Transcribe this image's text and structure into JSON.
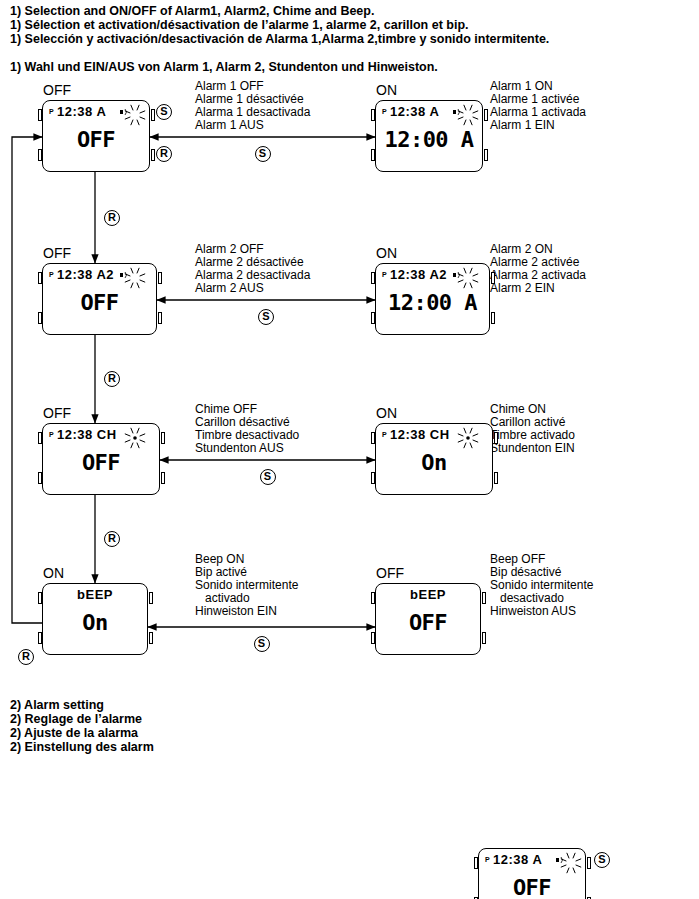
{
  "diagram": {
    "nodes": [
      {
        "text": [
          "OFF",
          "P",
          "12:38 A",
          "OFF"
        ]
      },
      {
        "text": [
          "ON",
          "P",
          "12:38 A",
          "12:00 A"
        ]
      },
      {
        "text": [
          "OFF",
          "P",
          "12:38 A2",
          "OFF"
        ]
      },
      {
        "text": [
          "ON",
          "P",
          "12:38 A2",
          "12:00 A"
        ]
      },
      {
        "text": [
          "OFF",
          "P",
          "12:38 CH",
          "OFF"
        ]
      },
      {
        "text": [
          "ON",
          "P",
          "12:38 CH",
          "On"
        ]
      },
      {
        "text": [
          "ON",
          "bEEP",
          "On"
        ]
      },
      {
        "text": [
          "OFF",
          "bEEP",
          "OFF"
        ]
      },
      {
        "text": [
          "P",
          "12:38 A",
          "OFF"
        ]
      }
    ],
    "edges": [
      {
        "from": 0,
        "to": 1,
        "arrow": "both",
        "label": "S"
      },
      {
        "from": 0,
        "to": 2,
        "arrow": "to",
        "label": "R"
      },
      {
        "from": 2,
        "to": 3,
        "arrow": "both",
        "label": "S"
      },
      {
        "from": 2,
        "to": 4,
        "arrow": "to",
        "label": "R"
      },
      {
        "from": 4,
        "to": 5,
        "arrow": "both",
        "label": "S"
      },
      {
        "from": 4,
        "to": 6,
        "arrow": "to",
        "label": "R"
      },
      {
        "from": 6,
        "to": 7,
        "arrow": "both",
        "label": "S"
      },
      {
        "from": 6,
        "to": 0,
        "arrow": "to",
        "label": "R"
      }
    ],
    "labels": [
      "1) Selection and ON/OFF of  Alarm1, Alarm2, Chime and Beep.",
      "1) Sélection et activation/désactivation de l’alarme 1, alarme 2, carillon et bip.",
      "1) Selección y activación/desactivación de Alarma 1,Alarma 2,timbre y sonido intermitente.",
      "1) Wahl und EIN/AUS von Alarm 1, Alarm 2, Stundenton und Hinweiston.",
      "Alarm 1 OFF",
      "Alarme 1 désactivée",
      "Alarma 1 desactivada",
      "Alarm 1 AUS",
      "Alarm 1 ON",
      "Alarme 1 activée",
      "Alarma 1 activada",
      "Alarm 1 EIN",
      "Alarm 2 OFF",
      "Alarme 2 désactivée",
      "Alarma 2 desactivada",
      "Alarm 2 AUS",
      "Alarm 2 ON",
      "Alarme 2 activée",
      "Alarma 2 activada",
      "Alarm 2 EIN",
      "Chime OFF",
      "Carillon désactivé",
      "Timbre desactivado",
      "Stundenton AUS",
      "Chime ON",
      "Carillon activé",
      "Timbre activado",
      "Stundenton EIN",
      "Beep ON",
      "Bip activé",
      "Sonido intermitente activado",
      "Hinweiston EIN",
      "Beep OFF",
      "Bip désactivé",
      "Sonido intermitente desactivado",
      "Hinweiston AUS",
      "S",
      "R",
      "2) Alarm setting",
      "2) Reglage de l’alarme",
      "2) Ajuste de la alarma",
      "2) Einstellung des alarm",
      "S"
    ]
  }
}
